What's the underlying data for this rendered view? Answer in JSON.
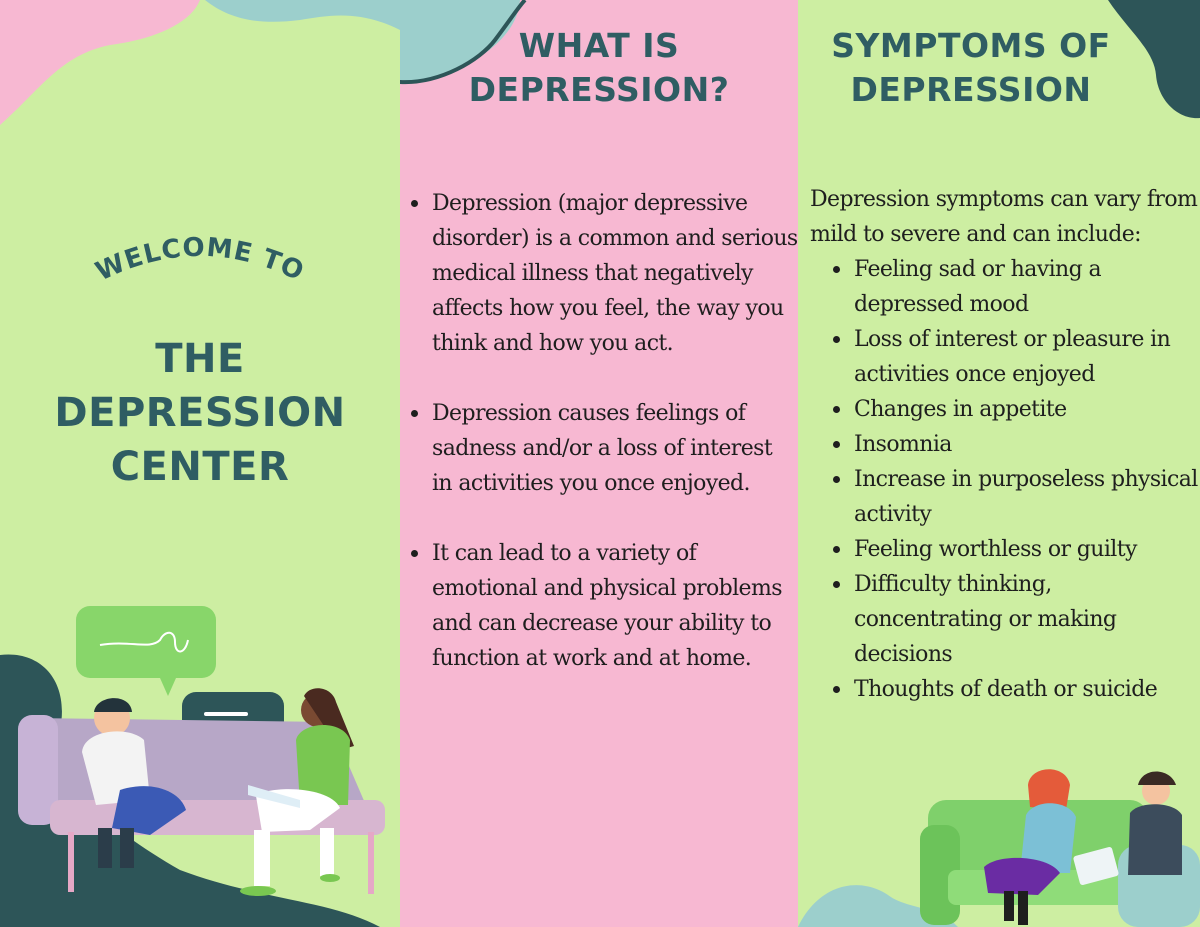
{
  "left_panel": {
    "welcome": "WELCOME TO",
    "title_lines": [
      "THE",
      "DEPRESSION",
      "CENTER"
    ]
  },
  "middle_panel": {
    "heading_lines": [
      "WHAT IS",
      "DEPRESSION?"
    ],
    "bullets": [
      "Depression (major depressive disorder) is a common and serious medical illness that negatively affects how you feel, the way you think and how you act.",
      "Depression causes feelings of sadness and/or a loss of interest in activities you once enjoyed.",
      "It can lead to a variety of emotional and physical problems and can decrease your ability to function at work and at home."
    ]
  },
  "right_panel": {
    "heading_lines": [
      "SYMPTOMS OF",
      "DEPRESSION"
    ],
    "intro": "Depression symptoms can vary from mild to severe and can include:",
    "symptoms": [
      "Feeling sad or having a depressed mood",
      "Loss of interest or pleasure in activities once enjoyed",
      "Changes in appetite",
      "Insomnia",
      "Increase in purposeless physical activity",
      "Feeling worthless or guilty",
      "Difficulty thinking, concentrating or making decisions",
      "Thoughts of death or suicide"
    ]
  },
  "colors": {
    "green_bg": "#cdeea2",
    "pink_bg": "#f7b8d2",
    "heading_teal": "#2f5d63",
    "dark_teal_blob": "#2d5558",
    "light_teal_blob": "#9ccfcc"
  }
}
